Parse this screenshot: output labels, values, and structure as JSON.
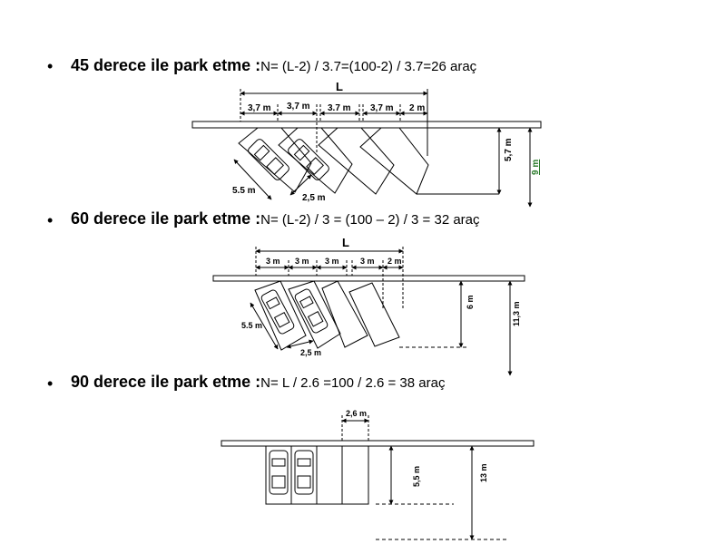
{
  "items": [
    {
      "heading": "45 derece ile park etme :",
      "formula": "N= (L-2) / 3.7=(100-2) / 3.7=26 araç"
    },
    {
      "heading": "60 derece ile park etme :",
      "formula": "N= (L-2) / 3 = (100 – 2) / 3 = 32 araç"
    },
    {
      "heading": "90 derece ile park etme :",
      "formula": "N= L / 2.6 =100 / 2.6 = 38 araç"
    }
  ],
  "diagram45": {
    "length_label": "L",
    "widths": [
      "3,7 m",
      "3,7 m",
      "3.7 m",
      "3,7 m",
      "2 m"
    ],
    "depth": "5,7 m",
    "total": "9 m",
    "stall_length": "5.5 m",
    "stall_width": "2,5 m"
  },
  "diagram60": {
    "length_label": "L",
    "widths": [
      "3 m",
      "3 m",
      "3 m",
      "3 m",
      "2 m"
    ],
    "depth": "6 m",
    "total": "11,3 m",
    "stall_length": "5.5 m",
    "stall_width": "2,5 m"
  },
  "diagram90": {
    "width": "2,6 m",
    "depth": "5,5 m",
    "total": "13 m"
  }
}
